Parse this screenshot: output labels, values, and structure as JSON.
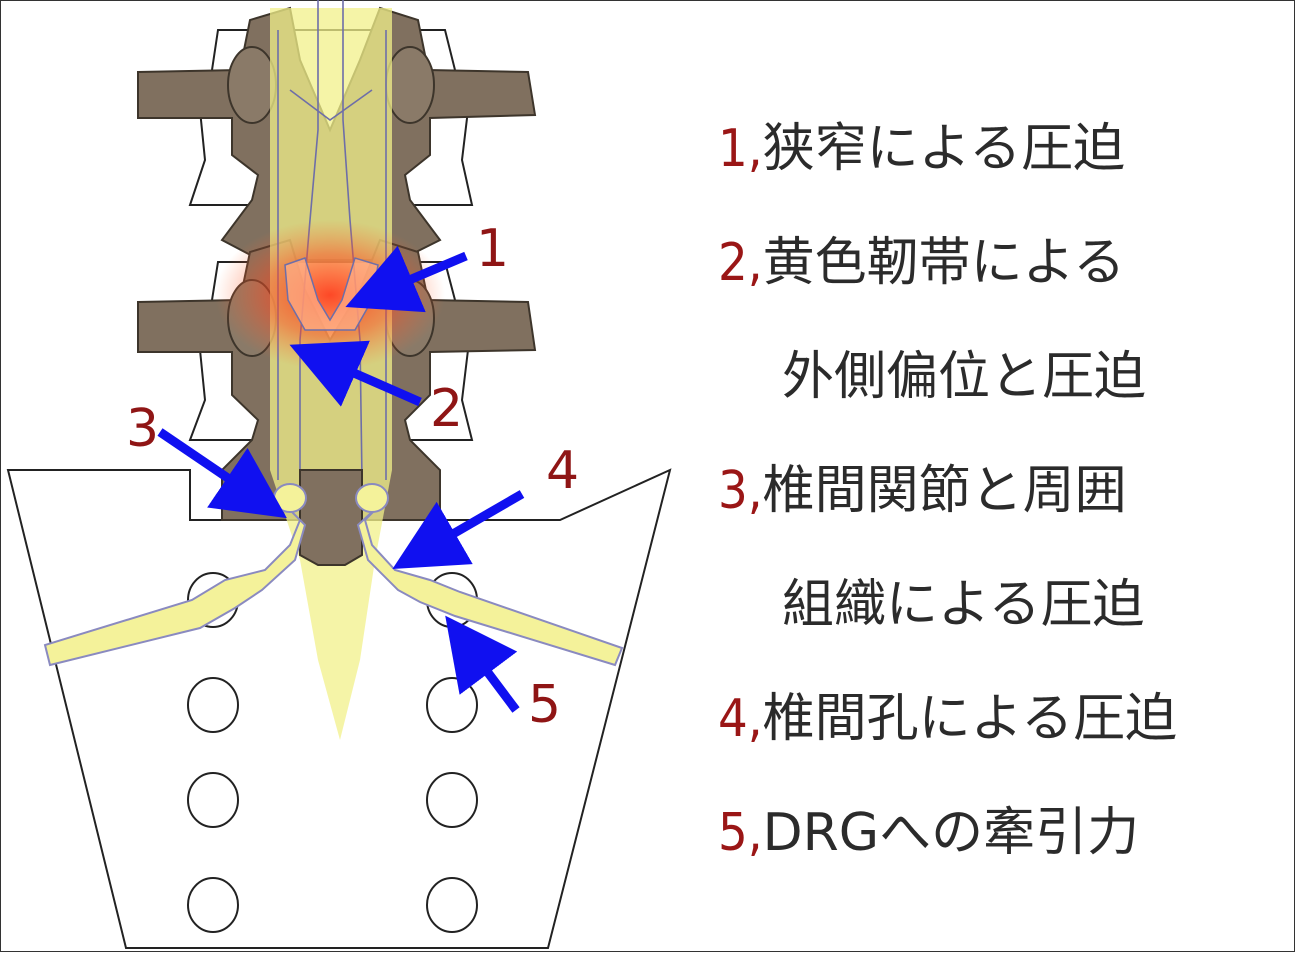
{
  "colors": {
    "bone": "#80705f",
    "bone_outline": "#3d352b",
    "nerve": "#f4f29a",
    "arrow": "#1010f0",
    "marker_text": "#8f1515",
    "pain_glow": "#ff3b1f",
    "line_art": "#222222"
  },
  "markers": [
    "1",
    "2",
    "3",
    "4",
    "5"
  ],
  "legend": [
    {
      "num": "1,",
      "text": "狭窄による圧迫"
    },
    {
      "num": "2,",
      "text": "黄色靭帯による"
    },
    {
      "num": "",
      "text": "外側偏位と圧迫"
    },
    {
      "num": "3,",
      "text": "椎間関節と周囲"
    },
    {
      "num": "",
      "text": "組織による圧迫"
    },
    {
      "num": "4,",
      "text": "椎間孔による圧迫"
    },
    {
      "num": "5,",
      "text": "DRGへの牽引力"
    }
  ]
}
